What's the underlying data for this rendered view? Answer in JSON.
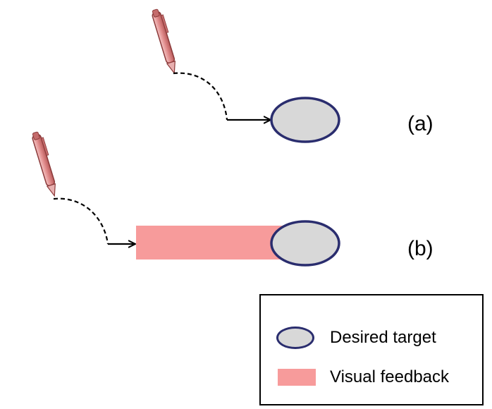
{
  "panels": [
    {
      "id": "a",
      "label": "(a)"
    },
    {
      "id": "b",
      "label": "(b)"
    }
  ],
  "legend": {
    "items": [
      {
        "label": "Desired target",
        "swatch": "ellipse"
      },
      {
        "label": "Visual feedback",
        "swatch": "rect"
      }
    ]
  },
  "colors": {
    "target_fill": "#d8d8d8",
    "target_stroke": "#2a2d6e",
    "feedback_fill": "#f79b9b",
    "path_stroke": "#000000",
    "pen_body": "#e8a0a0",
    "pen_outline": "#8b3a3a"
  },
  "icons": {
    "pen": "pen-icon",
    "arrow": "arrow-icon"
  }
}
